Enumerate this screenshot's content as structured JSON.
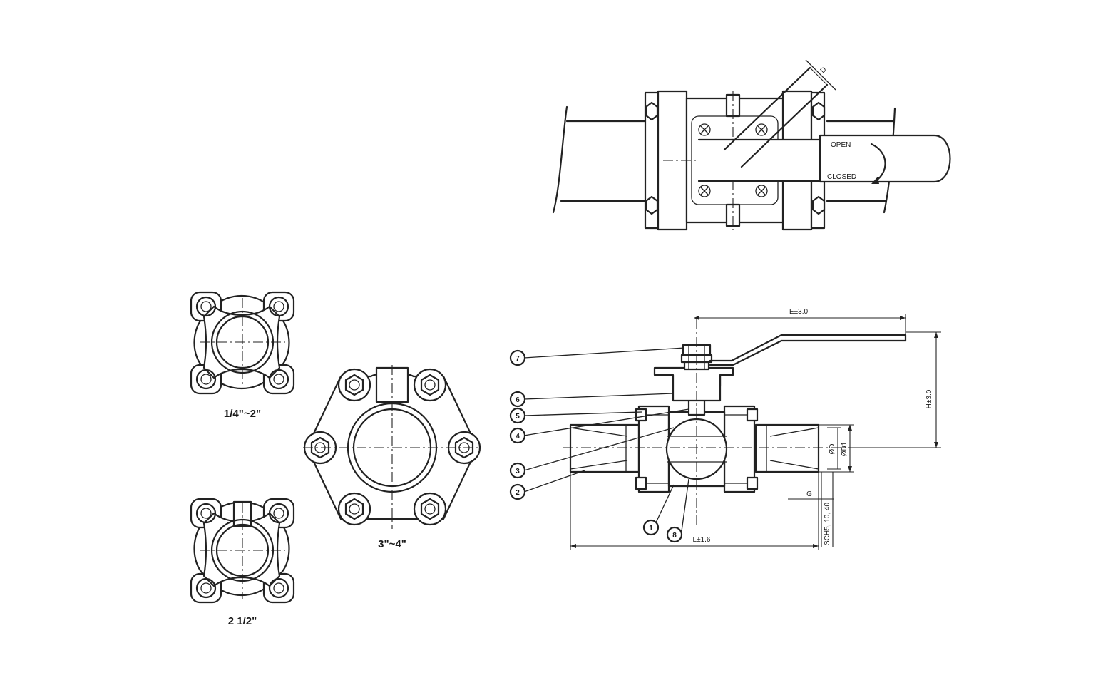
{
  "top_view": {
    "open_label": "OPEN",
    "closed_label": "CLOSED",
    "dim_label": "D"
  },
  "flange_views": [
    {
      "size_label": "1/4\"~2\""
    },
    {
      "size_label": "2 1/2\""
    },
    {
      "size_label": "3\"~4\""
    }
  ],
  "section_view": {
    "dims": {
      "e": "E±3.0",
      "h": "H±3.0",
      "l": "L±1.6",
      "d": "ØD",
      "d1": "ØD1",
      "g": "G",
      "sch": "SCH5, 10, 40"
    },
    "callouts": [
      "7",
      "6",
      "5",
      "4",
      "3",
      "2",
      "1",
      "8"
    ]
  }
}
